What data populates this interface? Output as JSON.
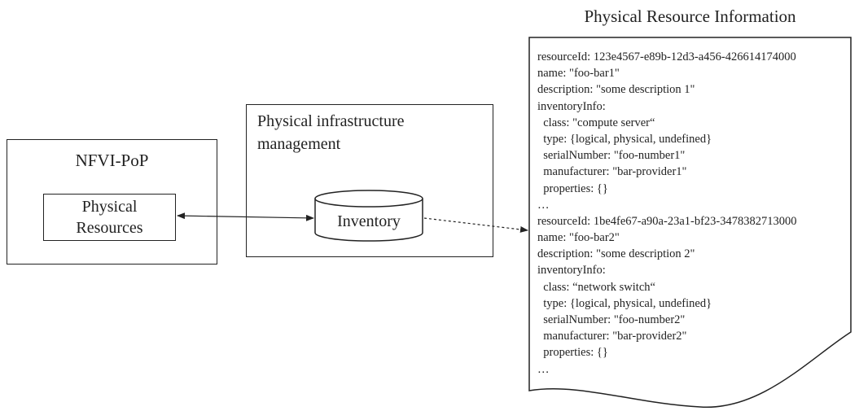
{
  "nfvi_pop": {
    "title": "NFVI-PoP"
  },
  "physical_resources": {
    "line1": "Physical",
    "line2": "Resources"
  },
  "pim": {
    "title": "Physical infrastructure management"
  },
  "inventory": {
    "label": "Inventory"
  },
  "info": {
    "title": "Physical Resource Information",
    "lines": [
      "resourceId: 123e4567-e89b-12d3-a456-426614174000",
      "name: \"foo-bar1\"",
      "description: \"some description 1\"",
      "inventoryInfo:",
      "  class: \"compute server“",
      "  type: {logical, physical, undefined}",
      "  serialNumber: \"foo-number1\"",
      "  manufacturer: \"bar-provider1\"",
      "  properties: {}",
      "…",
      "resourceId: 1be4fe67-a90a-23a1-bf23-3478382713000",
      "name: \"foo-bar2\"",
      "description: \"some description 2\"",
      "inventoryInfo:",
      "  class: “network switch“",
      "  type: {logical, physical, undefined}",
      "  serialNumber: \"foo-number2\"",
      "  manufacturer: \"bar-provider2\"",
      "  properties: {}",
      "…"
    ]
  }
}
